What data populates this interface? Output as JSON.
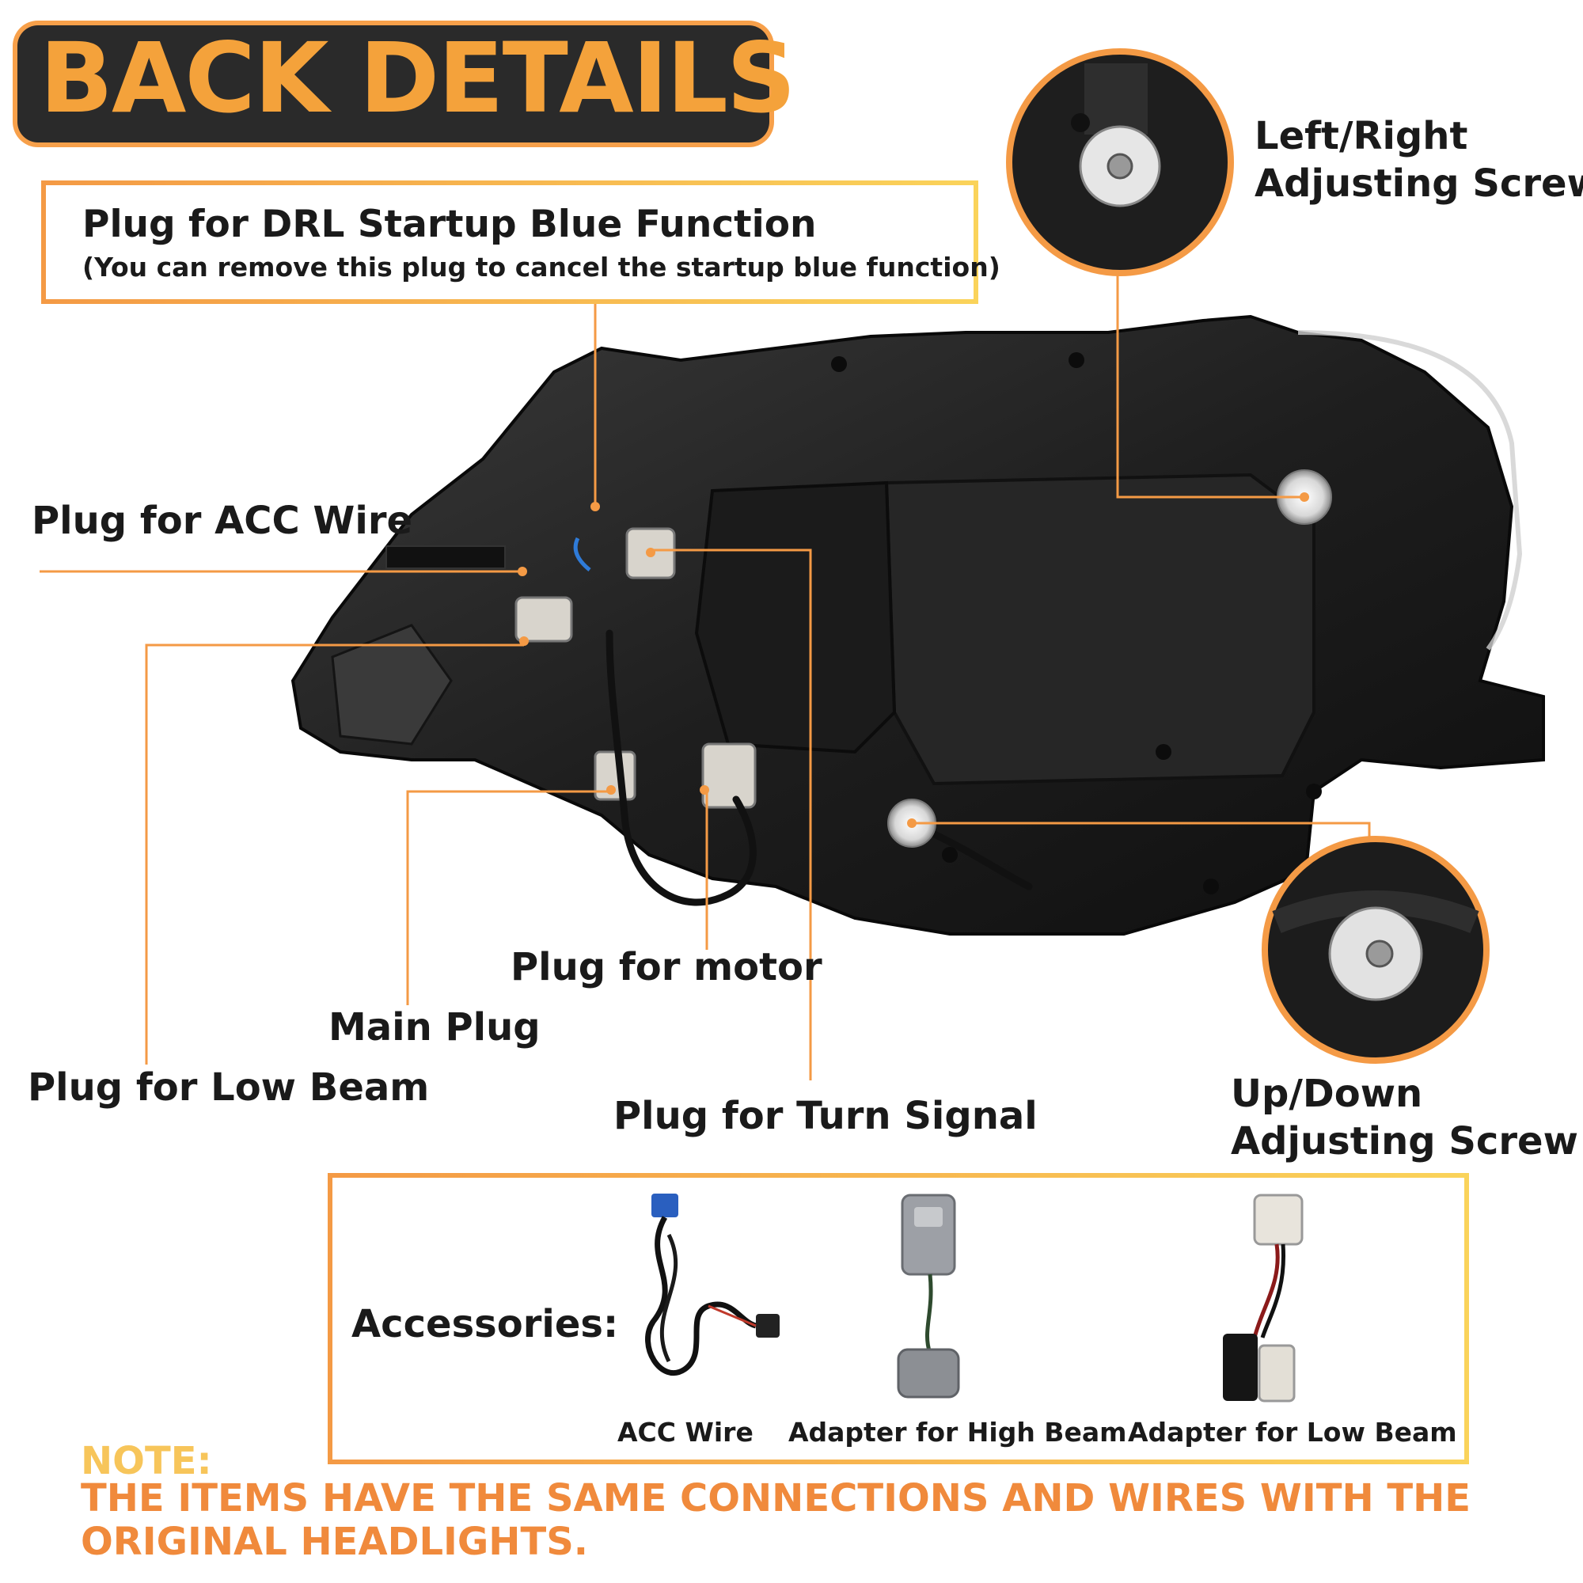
{
  "title": "BACK DETAILS",
  "drl_callout": {
    "title": "Plug for DRL Startup Blue Function",
    "subtitle": "(You can remove this plug to cancel the startup blue function)"
  },
  "labels": {
    "left_right_screw": [
      "Left/Right",
      "Adjusting Screw"
    ],
    "acc_wire": "Plug for ACC Wire",
    "motor": "Plug for motor",
    "main": "Main Plug",
    "low_beam": "Plug for Low Beam",
    "turn_signal": "Plug for Turn Signal",
    "up_down_screw": [
      "Up/Down",
      "Adjusting Screw"
    ]
  },
  "accessories": {
    "heading": "Accessories:",
    "items": [
      {
        "label": "ACC Wire",
        "icon": "acc-wire-harness"
      },
      {
        "label": "Adapter for High Beam",
        "icon": "high-beam-adapter"
      },
      {
        "label": "Adapter for Low Beam",
        "icon": "low-beam-adapter"
      }
    ]
  },
  "note": {
    "heading": "NOTE:",
    "body": "THE ITEMS HAVE THE SAME CONNECTIONS AND WIRES WITH THE ORIGINAL HEADLIGHTS."
  },
  "colors": {
    "accent_orange": "#f49a45",
    "accent_yellow": "#fad35a",
    "title_bg": "#2a2a2a",
    "title_text": "#f4a23b"
  }
}
